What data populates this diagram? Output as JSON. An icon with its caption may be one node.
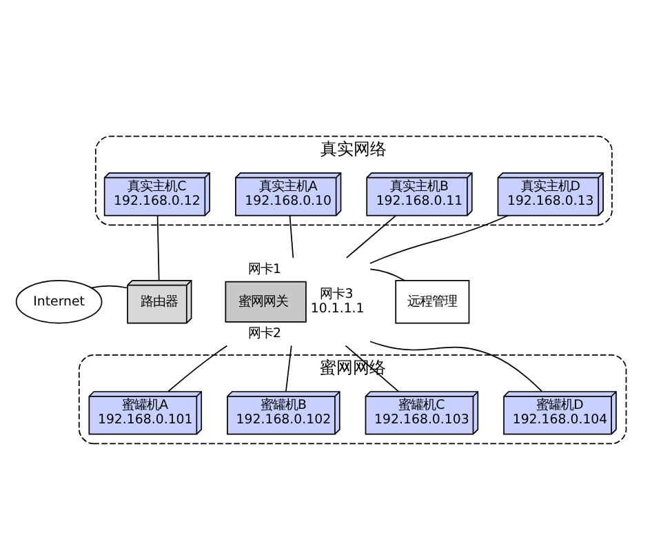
{
  "diagram": {
    "nodes": [
      {
        "text": [
          "真实网络"
        ]
      },
      {
        "text": [
          "真实主机A",
          "192.168.0.10"
        ],
        "in": 0
      },
      {
        "text": [
          "真实主机B",
          "192.168.0.11"
        ],
        "in": 0
      },
      {
        "text": [
          "真实主机C",
          "192.168.0.12"
        ],
        "in": 0
      },
      {
        "text": [
          "真实主机D",
          "192.168.0.13"
        ],
        "in": 0
      },
      {
        "text": [
          "远程管理"
        ]
      },
      {
        "text": [
          "Internet"
        ]
      },
      {
        "text": [
          "路由器"
        ]
      },
      {
        "text": [
          "蜜网网关"
        ],
        "beside": [
          "网卡1",
          "网卡2",
          "网卡3",
          "10.1.1.1"
        ]
      },
      {
        "text": [
          "蜜网网络"
        ]
      },
      {
        "text": [
          "蜜罐机A",
          "192.168.0.101"
        ],
        "in": 9
      },
      {
        "text": [
          "蜜罐机B",
          "192.168.0.102"
        ],
        "in": 9
      },
      {
        "text": [
          "蜜罐机C",
          "192.168.0.103"
        ],
        "in": 9
      },
      {
        "text": [
          "蜜罐机D",
          "192.168.0.104"
        ],
        "in": 9
      }
    ],
    "edges": [
      {
        "from": 1,
        "to": 8,
        "arrow": "none"
      },
      {
        "from": 2,
        "to": 8,
        "arrow": "none"
      },
      {
        "from": 4,
        "to": 8,
        "arrow": "none"
      },
      {
        "from": 3,
        "to": 7,
        "arrow": "none"
      },
      {
        "from": 6,
        "to": 7,
        "arrow": "none"
      },
      {
        "from": 5,
        "to": 8,
        "arrow": "none"
      },
      {
        "from": 8,
        "to": 10,
        "arrow": "none"
      },
      {
        "from": 8,
        "to": 11,
        "arrow": "none"
      },
      {
        "from": 8,
        "to": 12,
        "arrow": "none"
      },
      {
        "from": 8,
        "to": 13,
        "arrow": "none"
      }
    ]
  }
}
